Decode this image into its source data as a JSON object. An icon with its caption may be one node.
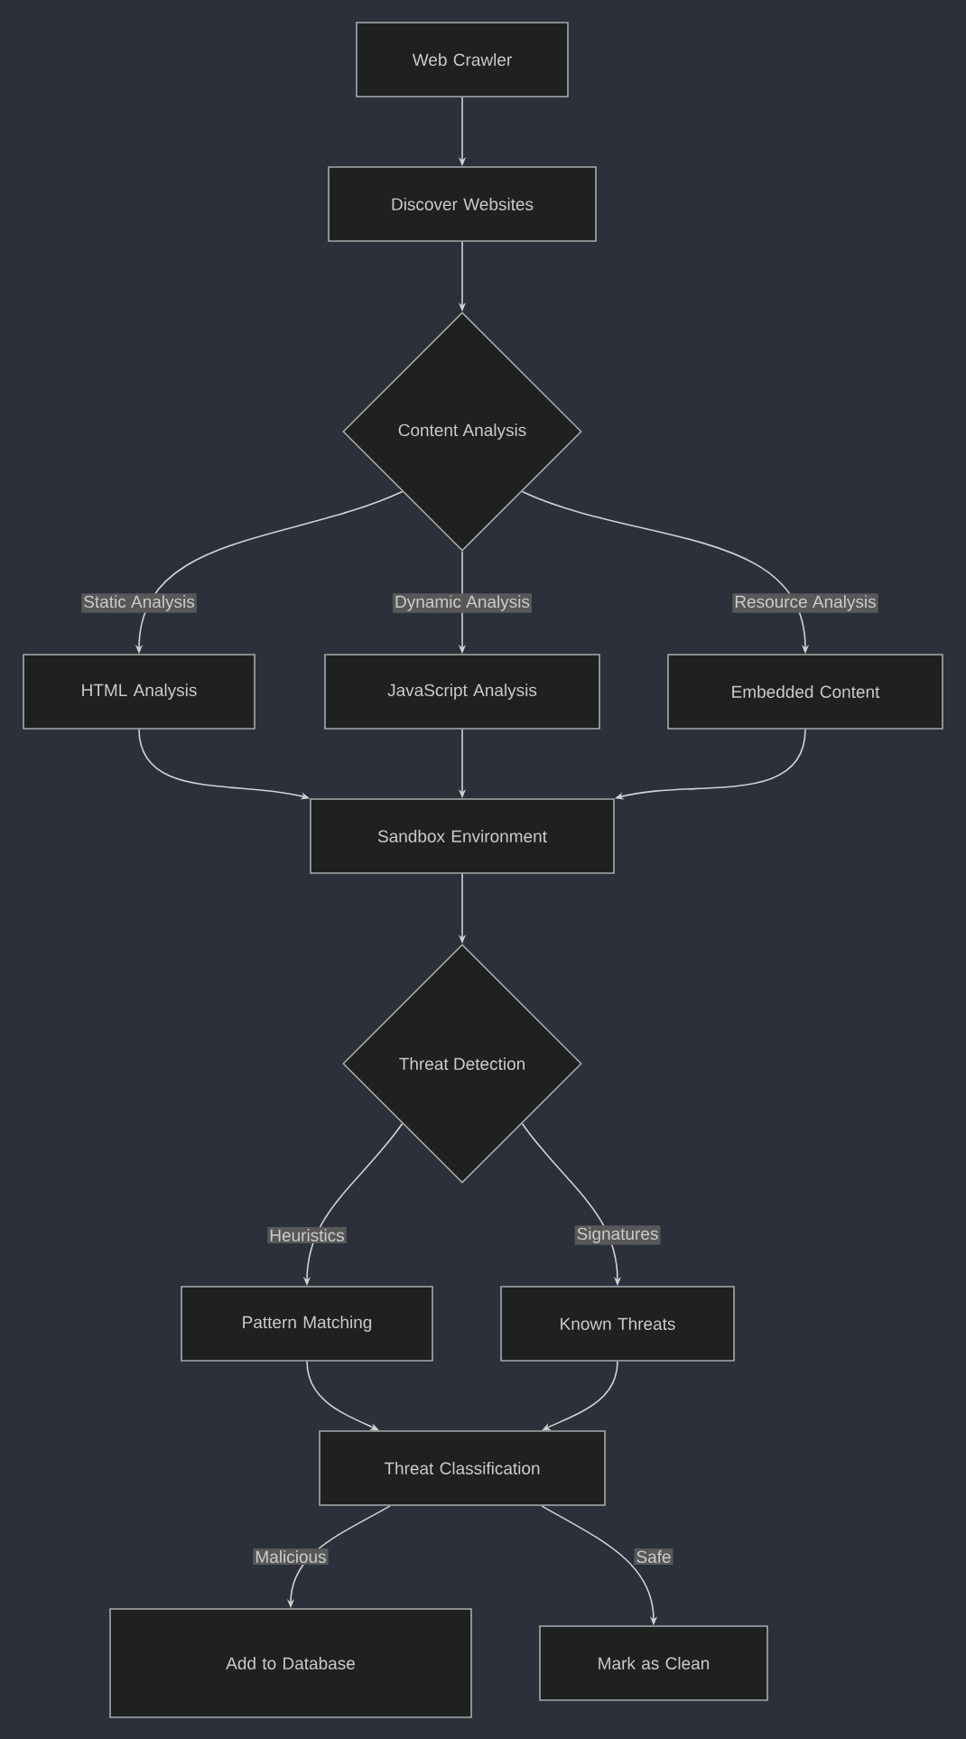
{
  "diagram": {
    "nodes": [
      {
        "text": [
          "Web Crawler"
        ]
      },
      {
        "text": [
          "Discover Websites"
        ]
      },
      {
        "text": [
          "Content Analysis"
        ]
      },
      {
        "text": [
          "HTML Analysis"
        ]
      },
      {
        "text": [
          "JavaScript Analysis"
        ]
      },
      {
        "text": [
          "Embedded Content"
        ]
      },
      {
        "text": [
          "Sandbox Environment"
        ]
      },
      {
        "text": [
          "Threat Detection"
        ]
      },
      {
        "text": [
          "Pattern Matching"
        ]
      },
      {
        "text": [
          "Known Threats"
        ]
      },
      {
        "text": [
          "Threat Classification"
        ]
      },
      {
        "text": [
          "Add to Database"
        ]
      },
      {
        "text": [
          "Mark as Clean"
        ]
      }
    ],
    "edges": [
      {
        "from": 0,
        "to": 1,
        "arrow": "to"
      },
      {
        "from": 1,
        "to": 2,
        "arrow": "to"
      },
      {
        "from": 2,
        "to": 3,
        "arrow": "to",
        "label": "Static Analysis"
      },
      {
        "from": 2,
        "to": 4,
        "arrow": "to",
        "label": "Dynamic Analysis"
      },
      {
        "from": 2,
        "to": 5,
        "arrow": "to",
        "label": "Resource Analysis"
      },
      {
        "from": 3,
        "to": 6,
        "arrow": "to"
      },
      {
        "from": 4,
        "to": 6,
        "arrow": "to"
      },
      {
        "from": 5,
        "to": 6,
        "arrow": "to"
      },
      {
        "from": 6,
        "to": 7,
        "arrow": "to"
      },
      {
        "from": 7,
        "to": 8,
        "arrow": "to",
        "label": "Heuristics"
      },
      {
        "from": 7,
        "to": 9,
        "arrow": "to",
        "label": "Signatures"
      },
      {
        "from": 8,
        "to": 10,
        "arrow": "to"
      },
      {
        "from": 9,
        "to": 10,
        "arrow": "to"
      },
      {
        "from": 10,
        "to": 11,
        "arrow": "to",
        "label": "Malicious"
      },
      {
        "from": 10,
        "to": 12,
        "arrow": "to",
        "label": "Safe"
      }
    ]
  }
}
